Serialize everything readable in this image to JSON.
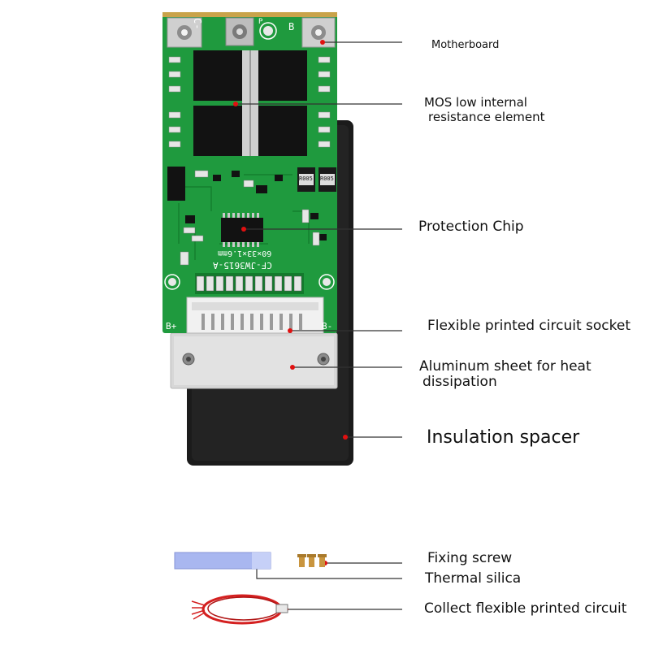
{
  "labels": {
    "motherboard": "Motherboard",
    "mos_line1": "MOS low internal",
    "mos_line2": "resistance element",
    "protection_chip": "Protection Chip",
    "fpc_socket": "Flexible printed circuit socket",
    "aluminum_line1": "Aluminum sheet for heat",
    "aluminum_line2": "dissipation",
    "insulation_spacer": "Insulation spacer",
    "fixing_screw": "Fixing screw",
    "thermal_silica": "Thermal silica",
    "collect_fpc": "Collect flexible printed circuit"
  },
  "board_markings": {
    "c_minus": "C-",
    "p": "P",
    "b_top": "B",
    "b_plus": "B+",
    "b_minus": "B-",
    "spec": "60×33×1.6mm",
    "model": "CF-JW3615-A",
    "resistor_a": "R005",
    "resistor_b": "R005"
  },
  "colors": {
    "pcb": "#1f9a3e",
    "pcb_dark": "#137a2c",
    "mosfet": "#121212",
    "pad": "#c9c9c9",
    "aluminum": "#d9d9d9",
    "spacer": "#1b1b1b",
    "silica": "#a9b7f0",
    "wire": "#d42020",
    "leader": "#333333",
    "marker": "#e01010"
  }
}
